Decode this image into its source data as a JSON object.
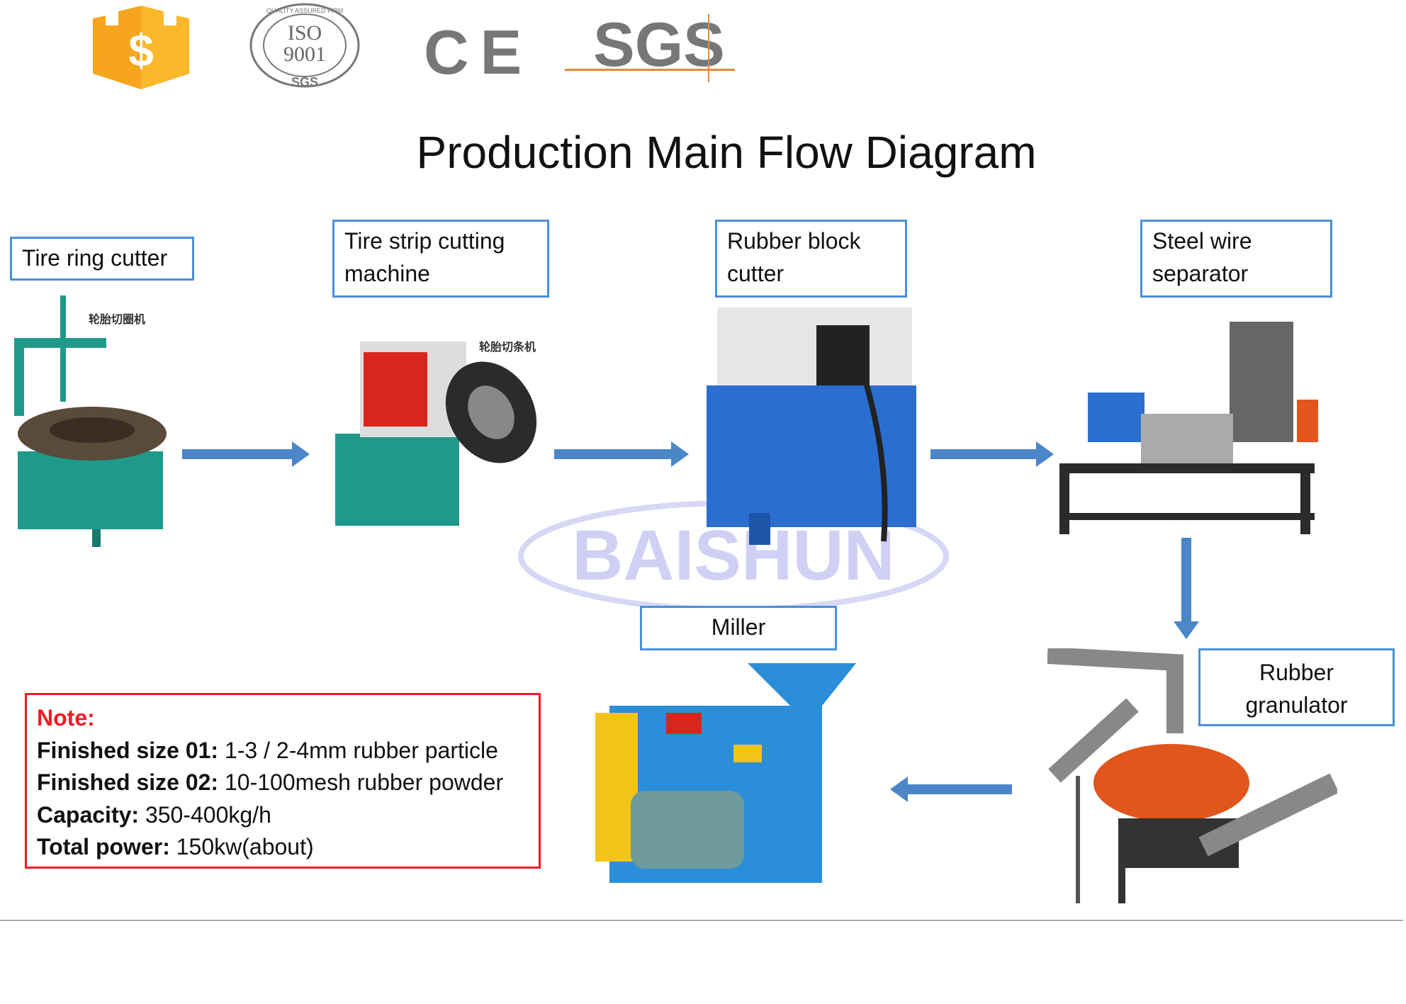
{
  "logos": {
    "shield": "$",
    "iso": {
      "ring_text": "QUALITY ASSURED FIRM",
      "main": "ISO",
      "number": "9001",
      "bottom": "SGS"
    },
    "ce": "CE",
    "sgs": "SGS"
  },
  "title": "Production Main Flow Diagram",
  "watermark": "BAISHUN",
  "steps": [
    {
      "label": "Tire ring cutter",
      "chinese": "轮胎切圈机"
    },
    {
      "label": "Tire strip cutting machine",
      "chinese": "轮胎切条机"
    },
    {
      "label": "Rubber block cutter"
    },
    {
      "label": "Steel wire separator"
    },
    {
      "label": "Rubber granulator"
    },
    {
      "label": "Miller"
    }
  ],
  "colors": {
    "arrow": "#4a86c8",
    "box_border": "#4a90d9",
    "note_border": "#ee1c24",
    "machine_blue": "#2a7bd4",
    "machine_green": "#1f9a8a"
  },
  "note": {
    "heading": "Note:",
    "lines": [
      {
        "key": "Finished size 01:",
        "value": " 1-3 / 2-4mm rubber particle"
      },
      {
        "key": "Finished size 02:",
        "value": " 10-100mesh rubber powder"
      },
      {
        "key": "Capacity:",
        "value": " 350-400kg/h"
      },
      {
        "key": "Total power:",
        "value": " 150kw(about)"
      }
    ]
  }
}
